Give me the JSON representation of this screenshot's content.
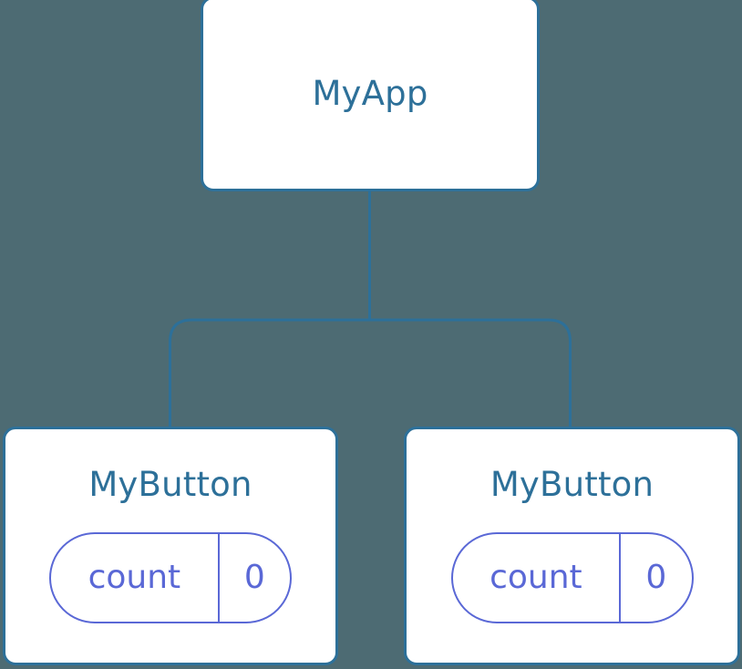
{
  "diagram": {
    "type": "component-tree",
    "background_color": "#4d6b73",
    "node_border_color": "#2d7099",
    "node_fill_color": "#ffffff",
    "node_text_color": "#2d7099",
    "edge_color": "#2d7099",
    "state_accent_color": "#5a68d6",
    "root": {
      "label": "MyApp"
    },
    "children": [
      {
        "label": "MyButton",
        "state": {
          "key": "count",
          "value": "0"
        }
      },
      {
        "label": "MyButton",
        "state": {
          "key": "count",
          "value": "0"
        }
      }
    ]
  }
}
